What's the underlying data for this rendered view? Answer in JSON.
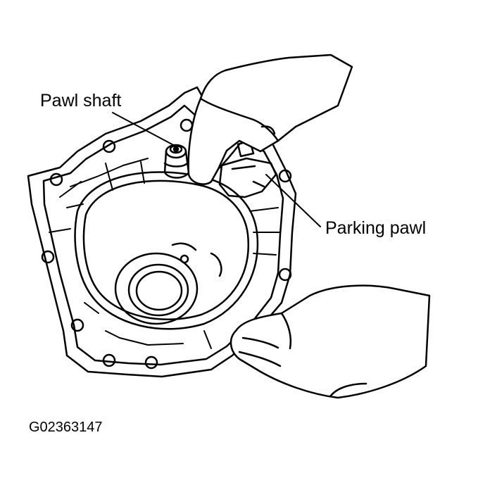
{
  "callouts": {
    "pawl_shaft": "Pawl shaft",
    "parking_pawl": "Parking pawl"
  },
  "figure_id": "G02363147",
  "colors": {
    "ink": "#000000",
    "paper": "#ffffff"
  }
}
